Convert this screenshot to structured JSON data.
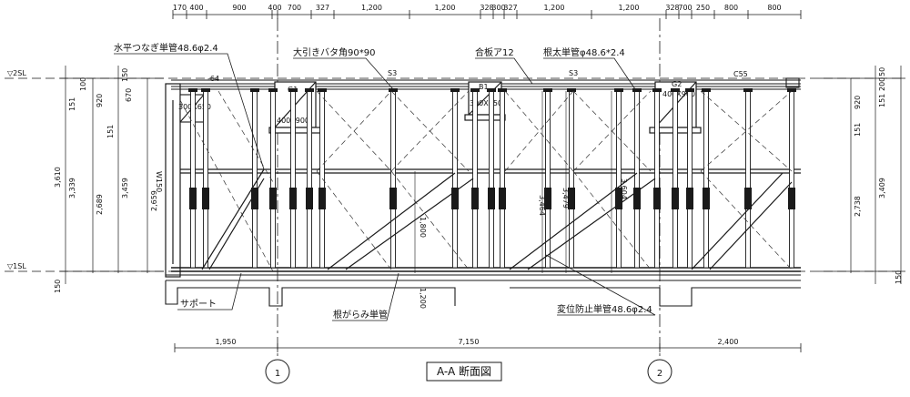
{
  "top_dimensions": [
    "170",
    "400",
    "900",
    "400",
    "700",
    "327",
    "1,200",
    "1,200",
    "328",
    "300",
    "327",
    "1,200",
    "1,200",
    "328",
    "700",
    "250",
    "800",
    "800"
  ],
  "bottom_dimensions": [
    "1,950",
    "7,150",
    "2,400"
  ],
  "levels": {
    "upper": "▽2SL",
    "lower": "▽1SL"
  },
  "left_vertical_dims": [
    "100",
    "920",
    "151",
    "2,689",
    "151",
    "3,339",
    "670",
    "3,459",
    "150",
    "2,659",
    "3,610",
    "150"
  ],
  "right_vertical_dims": [
    "50",
    "200",
    "151",
    "920",
    "151",
    "3,409",
    "2,738",
    "150"
  ],
  "inner_dims": [
    "3,464",
    "3,479",
    "3,604",
    "1,800",
    "1,200",
    "W150"
  ],
  "beams": [
    {
      "name": "G1",
      "size": "400X900"
    },
    {
      "name": "B1",
      "size": "300X650"
    },
    {
      "name": "G2",
      "size": "400X900"
    },
    {
      "name": "",
      "size": "300X650"
    }
  ],
  "callouts": {
    "horizontal_tie": "水平つなぎ単管48.6φ2.4",
    "main_joist": "大引きバタ角90*90",
    "plywood": "合板ア12",
    "sub_joist": "根太単管φ48.6*2.4",
    "support": "サポート",
    "base_tie": "根がらみ単管",
    "brace": "変位防止単管48.6φ2.4"
  },
  "marks": {
    "s3a": "S3",
    "s3b": "S3",
    "c55": "C55",
    "dash64": "-64"
  },
  "grid_axes": [
    "1",
    "2"
  ],
  "section_title": "A-A 断面図",
  "colors": {
    "line": "#1a1a1a",
    "background": "#ffffff"
  }
}
